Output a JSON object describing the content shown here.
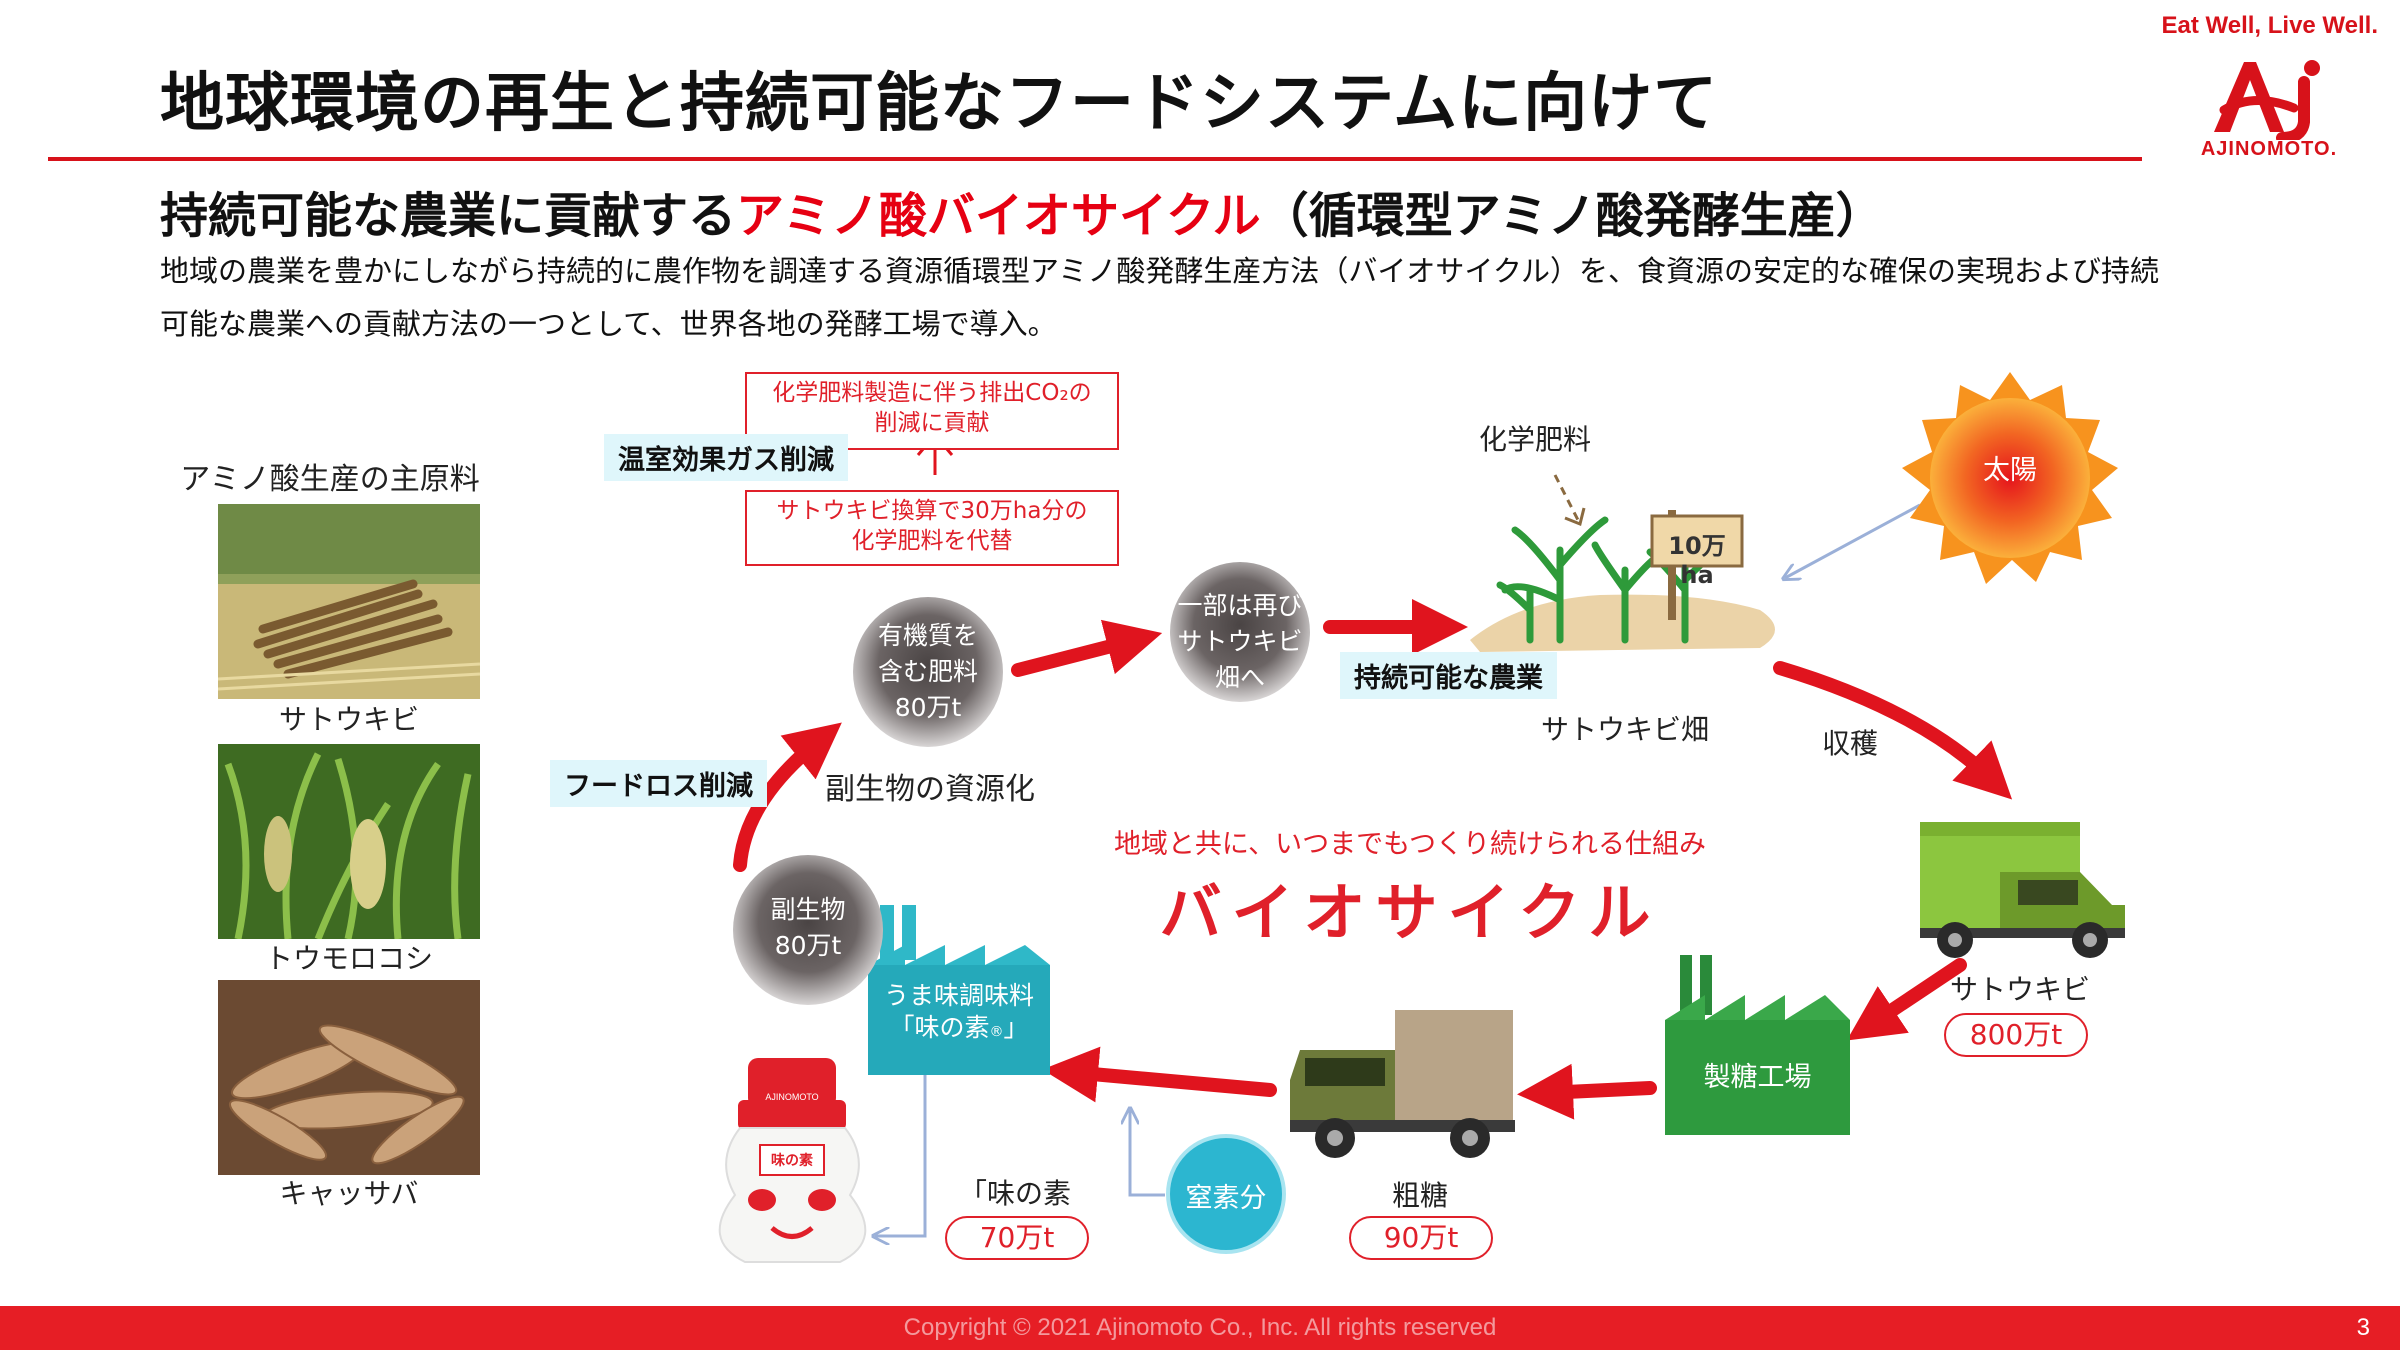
{
  "header": {
    "title": "地球環境の再生と持続可能なフードシステムに向けて",
    "tagline": "Eat Well, Live Well.",
    "brand": "AJINOMOTO.",
    "logo_mark": "Aj"
  },
  "subtitle": {
    "prefix": "持続可能な農業に貢献する",
    "highlight": "アミノ酸バイオサイクル",
    "suffix": "（循環型アミノ酸発酵生産）"
  },
  "description": "地域の農業を豊かにしながら持続的に農作物を調達する資源循環型アミノ酸発酵生産方法（バイオサイクル）を、食資源の安定的な確保の実現および持続可能な農業への貢献方法の一つとして、世界各地の発酵工場で導入。",
  "raw_materials": {
    "title": "アミノ酸生産の主原料",
    "items": [
      {
        "label": "サトウキビ"
      },
      {
        "label": "トウモロコシ"
      },
      {
        "label": "キャッサバ"
      }
    ]
  },
  "cycle": {
    "ghg_label": "温室効果ガス削減",
    "co2_box_line1": "化学肥料製造に伴う排出CO₂の",
    "co2_box_line2": "削減に貢献",
    "replace_box_line1": "サトウキビ換算で30万ha分の",
    "replace_box_line2": "化学肥料を代替",
    "fertilizer": "化学肥料",
    "area_sign": "10万ha",
    "sun": "太陽",
    "field": "サトウキビ畑",
    "sustainable_ag": "持続可能な農業",
    "harvest": "収穫",
    "back_to_field_line1": "一部は再び",
    "back_to_field_line2": "サトウキビ畑へ",
    "organic_line1": "有機質を",
    "organic_line2": "含む肥料",
    "organic_line3": "80万t",
    "byproduct_use": "副生物の資源化",
    "food_loss": "フードロス削減",
    "byproduct_line1": "副生物",
    "byproduct_line2": "80万t",
    "center_sub": "地域と共に、いつまでもつくり続けられる仕組み",
    "center_main": "バイオサイクル",
    "sugarcane": "サトウキビ",
    "sugarcane_qty": "800万t",
    "sugar_mill": "製糖工場",
    "raw_sugar": "粗糖",
    "raw_sugar_qty": "90万t",
    "nitrogen": "窒素分",
    "factory_line1": "うま味調味料",
    "factory_line2": "「味の素",
    "factory_line3": "」",
    "product_name": "「味の素",
    "product_name_end": "」",
    "product_qty": "70万t",
    "registered_mark": "®",
    "bottle_brand": "AJINOMOTO",
    "bottle_label": "味の素"
  },
  "footer": {
    "copyright": "Copyright © 2021 Ajinomoto Co., Inc. All rights reserved",
    "page": "3"
  },
  "colors": {
    "accent_red": "#e60012",
    "highlight_bg": "#dff6fb",
    "circle_gray": "#4a4444",
    "factory_teal": "#2fb8c8",
    "mill_green": "#3aa84a",
    "truck_lime": "#8cc63f",
    "truck_olive": "#6d7a3a"
  }
}
